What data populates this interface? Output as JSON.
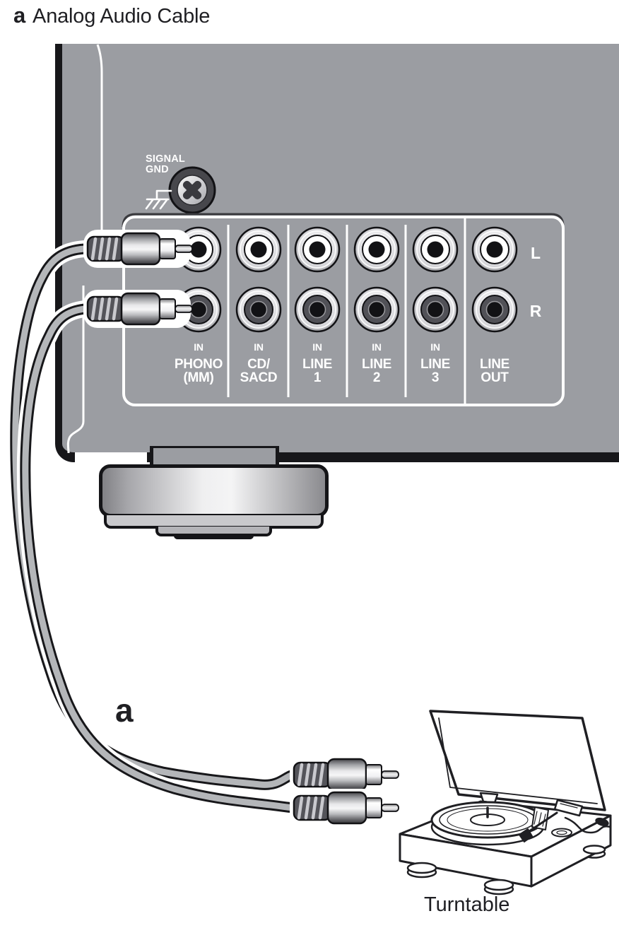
{
  "title": {
    "marker": "a",
    "text": "Analog Audio Cable"
  },
  "amplifier_panel": {
    "signal_gnd_label": {
      "line1": "SIGNAL",
      "line2": "GND"
    },
    "jack_columns": [
      {
        "io": "IN",
        "line1": "PHONO",
        "line2": "(MM)"
      },
      {
        "io": "IN",
        "line1": "CD/",
        "line2": "SACD"
      },
      {
        "io": "IN",
        "line1": "LINE",
        "line2": "1"
      },
      {
        "io": "IN",
        "line1": "LINE",
        "line2": "2"
      },
      {
        "io": "IN",
        "line1": "LINE",
        "line2": "3"
      },
      {
        "io": "",
        "line1": "LINE",
        "line2": "OUT"
      }
    ],
    "channel_labels": {
      "left": "L",
      "right": "R"
    },
    "icons": {
      "ground_screw": "ground-screw-icon",
      "chassis_ground": "chassis-ground-icon"
    }
  },
  "cable": {
    "marker": "a"
  },
  "turntable": {
    "caption": "Turntable"
  },
  "colors": {
    "panel_gray": "#9b9da2",
    "outline_black": "#17171a",
    "label_white": "#ffffff",
    "jack_inner_dark": "#515157",
    "cable_gray": "#b4b6b9",
    "diagram_line": "#1f1f23"
  }
}
